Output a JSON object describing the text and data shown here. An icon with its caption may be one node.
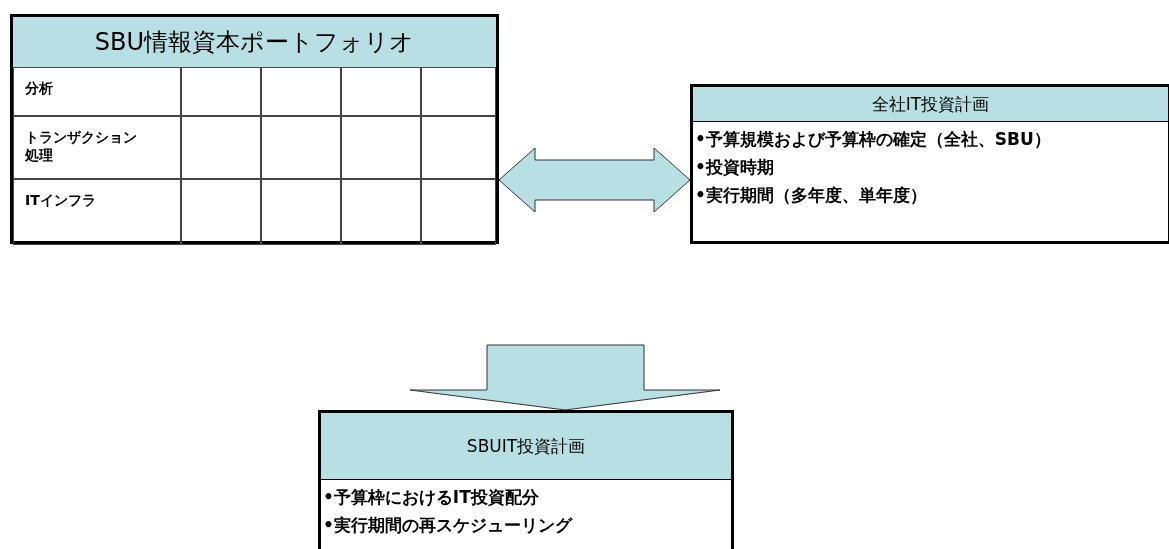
{
  "diagram": {
    "nodes": [
      {
        "text": [
          "SBU情報資本ポートフォリオ"
        ]
      },
      {
        "text": [
          "全社IT投資計画",
          "•予算規模および予算枠の確定（全社、SBU）",
          "•投資時期",
          "•実行期間（多年度、単年度）"
        ]
      },
      {
        "text": [
          "SBUIT投資計画",
          "•予算枠におけるIT投資配分",
          "•実行期間の再スケジューリング"
        ]
      }
    ],
    "edges": [
      {
        "from": 0,
        "to": 1,
        "arrow": "both"
      },
      {
        "from": null,
        "to": 2,
        "arrow": "to"
      }
    ],
    "labels": [
      "分析",
      "トランザクション処理",
      "ITインフラ"
    ]
  }
}
